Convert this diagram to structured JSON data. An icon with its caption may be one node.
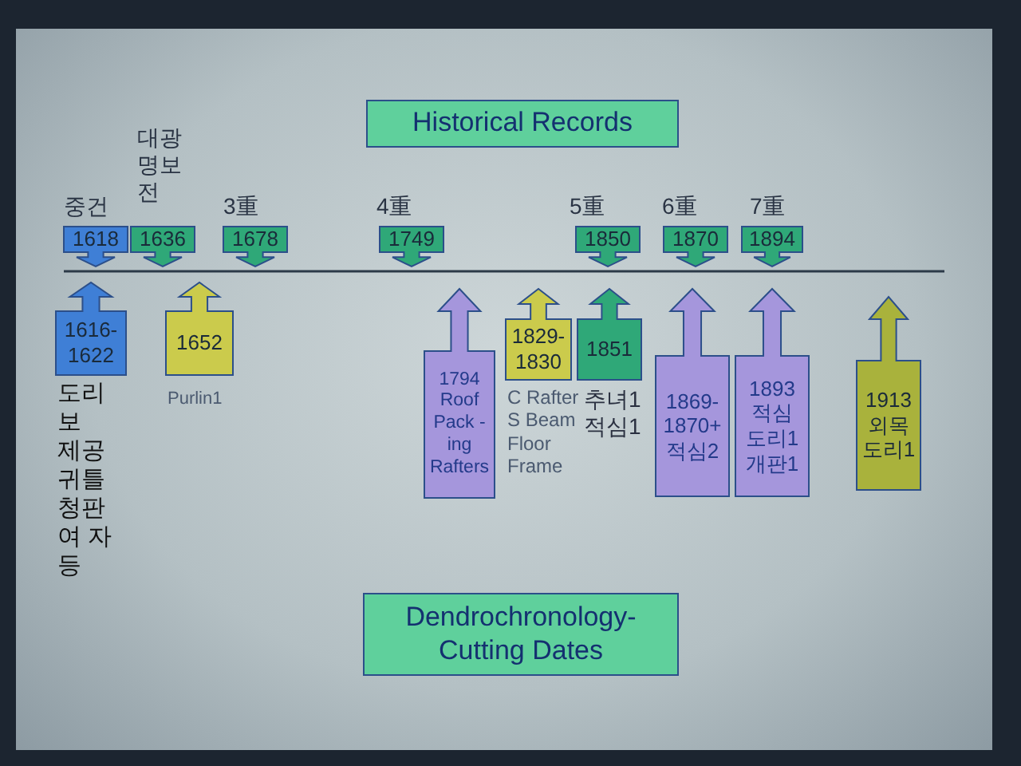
{
  "diagram": {
    "nodes": [
      {
        "text": [
          "Historical Records"
        ]
      },
      {
        "text": [
          "1618"
        ],
        "beside": [
          "중건"
        ]
      },
      {
        "text": [
          "1636"
        ],
        "beside": [
          "대광 명보 전"
        ]
      },
      {
        "text": [
          "1678"
        ],
        "beside": [
          "3重"
        ]
      },
      {
        "text": [
          "1749"
        ],
        "beside": [
          "4重"
        ]
      },
      {
        "text": [
          "1850"
        ],
        "beside": [
          "5重"
        ]
      },
      {
        "text": [
          "1870"
        ],
        "beside": [
          "6重"
        ]
      },
      {
        "text": [
          "1894"
        ],
        "beside": [
          "7重"
        ]
      },
      {
        "text": [
          "1616- 1622"
        ],
        "beside": [
          "도리 보 제공 귀틀 청판 여 자 등"
        ]
      },
      {
        "text": [
          "1652"
        ],
        "beside": [
          "Purlin1"
        ]
      },
      {
        "text": [
          "1794 Roof Pack -ing Rafters"
        ]
      },
      {
        "text": [
          "1829- 1830"
        ],
        "beside": [
          "C Rafter S Beam Floor Frame"
        ]
      },
      {
        "text": [
          "1851"
        ],
        "beside": [
          "추녀1 적심1"
        ]
      },
      {
        "text": [
          "1869- 1870+ 적심2"
        ]
      },
      {
        "text": [
          "1893 적심 도리1 개판1"
        ]
      },
      {
        "text": [
          "1913 외목 도리1"
        ]
      },
      {
        "text": [
          "Dendrochronology- Cutting Dates"
        ]
      }
    ]
  }
}
